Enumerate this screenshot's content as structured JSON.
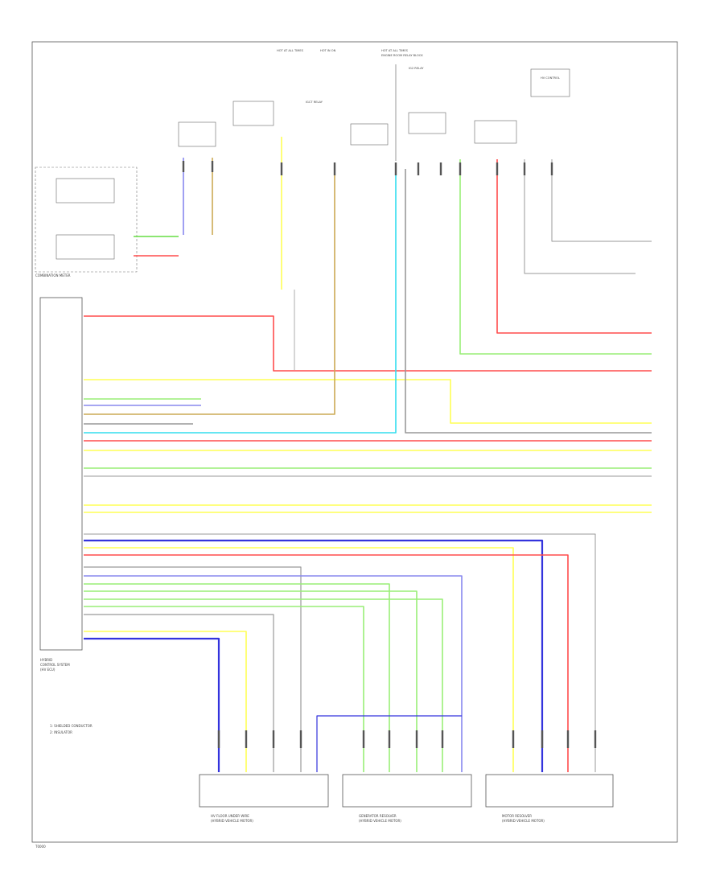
{
  "diagram": {
    "footer_code": "T0000",
    "ecu_label": [
      "HYBRID",
      "CONTROL SYSTEM",
      "(HV ECU)"
    ],
    "left_header": "COMBINATION METER",
    "legend": [
      "1: SHIELDED CONDUCTOR",
      "2: INSULATOR"
    ],
    "connector_labels": {
      "left_bottom": [
        "HV FLOOR UNDER WIRE",
        "(HYBRID VEHICLE MOTOR)"
      ],
      "mid_bottom": [
        "GENERATOR RESOLVER",
        "(HYBRID VEHICLE MOTOR)"
      ],
      "right_bottom": [
        "MOTOR RESOLVER",
        "(HYBRID VEHICLE MOTOR)"
      ]
    },
    "top_labels": [
      "HOT AT ALL TIMES",
      "HOT IN ON",
      "HOT AT ALL TIMES",
      "ENGINE ROOM RELAY BLOCK",
      "IGCT RELAY",
      "IG2 RELAY",
      "HV CONTROL"
    ],
    "wire_colors": {
      "red": "#ff4d4d",
      "green": "#66dd44",
      "lightgreen": "#99ee77",
      "blue": "#3333dd",
      "yellow": "#ffff55",
      "cyan": "#33ddee",
      "gray": "#999999",
      "tan": "#ccaa55",
      "lavender": "#8888ee",
      "black": "#333333"
    }
  }
}
